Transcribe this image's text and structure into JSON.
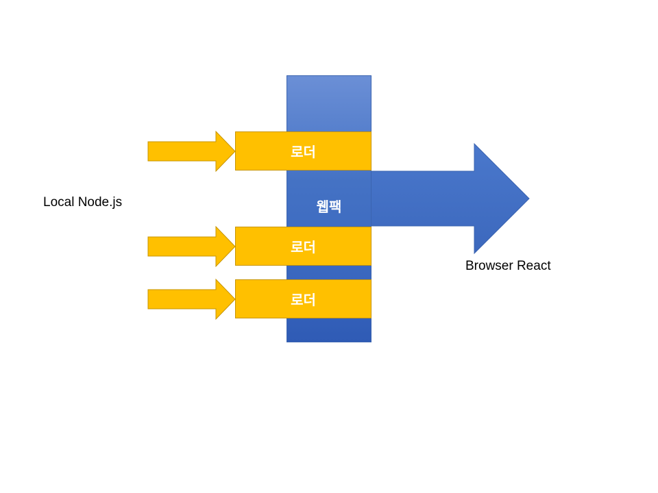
{
  "diagram": {
    "source_label": "Local Node.js",
    "target_label": "Browser React",
    "bundler_label": "웹팩",
    "loaders": [
      {
        "label": "로더"
      },
      {
        "label": "로더"
      },
      {
        "label": "로더"
      }
    ]
  },
  "colors": {
    "bundler_bar": "#4472c4",
    "loader_fill": "#ffc000",
    "output_arrow": "#4472c4",
    "input_arrow": "#ffc000",
    "text_on_shapes": "#ffffff"
  },
  "icons": {
    "input_arrow": "right-arrow-icon",
    "output_arrow": "right-arrow-icon"
  }
}
